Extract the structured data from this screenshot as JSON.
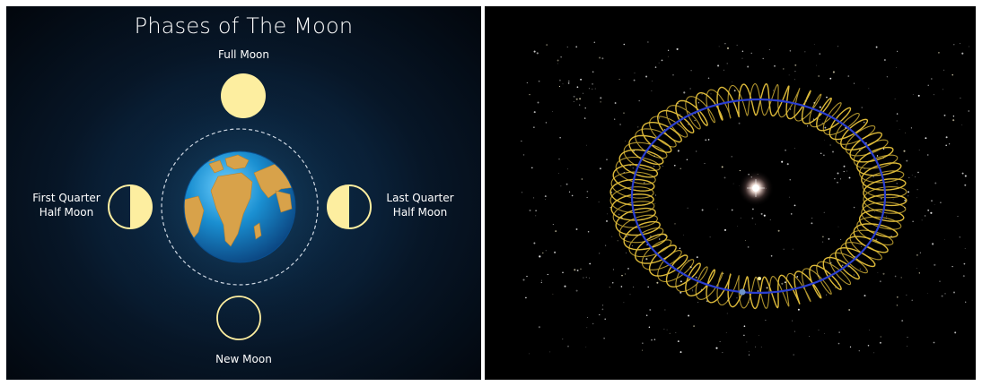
{
  "title": "Phases of The Moon",
  "labels": {
    "full_moon": "Full Moon",
    "first_quarter": [
      "First Quarter",
      "Half Moon"
    ],
    "last_quarter": [
      "Last Quarter",
      "Half Moon"
    ],
    "new_moon": "New Moon"
  },
  "colors": {
    "moon": "#fdeea0",
    "moon_outline": "#ffffff",
    "orbit_blue": "#2b3fcf",
    "helix_gold": "#e8c33c",
    "ocean": "#1a8fd1",
    "land": "#d8a24a"
  },
  "right_panel": {
    "helix_loops": 40
  },
  "icons": [
    "earth-icon",
    "sun-icon"
  ]
}
